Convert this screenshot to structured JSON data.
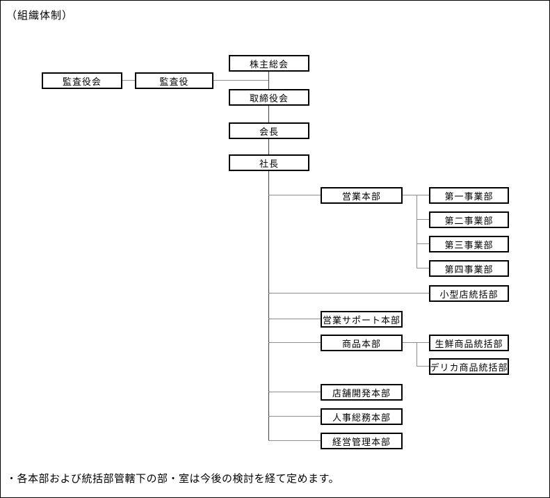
{
  "title": "（組織体制）",
  "note": "・各本部および統括部管轄下の部・室は今後の検討を経て定めます。",
  "org": {
    "shareholders_meeting": "株主総会",
    "audit_board": "監査役会",
    "auditor": "監査役",
    "board_of_directors": "取締役会",
    "chairman": "会長",
    "president": "社長",
    "sales_hq": "営業本部",
    "division_1": "第一事業部",
    "division_2": "第二事業部",
    "division_3": "第三事業部",
    "division_4": "第四事業部",
    "small_store_div": "小型店統括部",
    "sales_support_hq": "営業サポート本部",
    "merchandise_hq": "商品本部",
    "fresh_food_div": "生鮮商品統括部",
    "deli_food_div": "デリカ商品統括部",
    "store_development_hq": "店舗開発本部",
    "hr_general_affairs_hq": "人事総務本部",
    "management_admin_hq": "経営管理本部"
  },
  "hierarchy": {
    "株主総会": [
      "取締役会"
    ],
    "監査役会": [
      "監査役"
    ],
    "監査役": [
      "(連結: 株主総会-取締役会間)"
    ],
    "取締役会": [
      "会長"
    ],
    "会長": [
      "社長"
    ],
    "社長": [
      "営業本部",
      "小型店統括部",
      "営業サポート本部",
      "商品本部",
      "店舗開発本部",
      "人事総務本部",
      "経営管理本部"
    ],
    "営業本部": [
      "第一事業部",
      "第二事業部",
      "第三事業部",
      "第四事業部"
    ],
    "商品本部": [
      "生鮮商品統括部",
      "デリカ商品統括部"
    ]
  },
  "colors": {
    "background": "#ffffff",
    "box_border": "#000000",
    "connector_horizontal": "#8c8c8c",
    "connector_vertical": "#404040",
    "text": "#000000"
  }
}
